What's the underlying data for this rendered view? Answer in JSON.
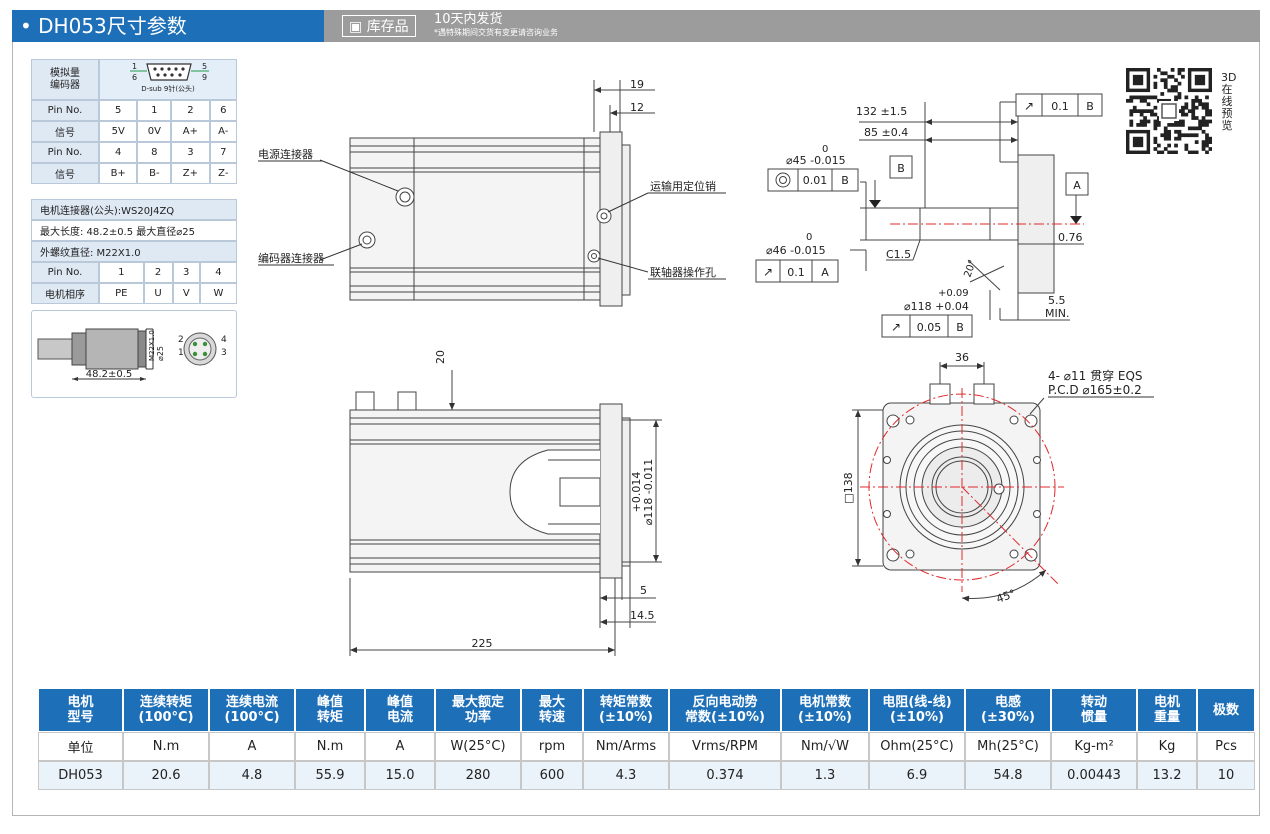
{
  "header": {
    "title": "• DH053尺寸参数",
    "stock_label": "库存品",
    "ship_main": "10天内发货",
    "ship_note": "*遇特殊期间交货有变更请咨询业务"
  },
  "encoder": {
    "name": "模拟量\n编码器",
    "connector_pins_top": [
      "1",
      "5"
    ],
    "connector_pins_bottom": [
      "6",
      "9"
    ],
    "connector_caption": "D-sub 9针(公头)",
    "rows": [
      {
        "label": "Pin No.",
        "cells": [
          "5",
          "1",
          "2",
          "6"
        ]
      },
      {
        "label": "信号",
        "cells": [
          "5V",
          "0V",
          "A+",
          "A-"
        ]
      },
      {
        "label": "Pin No.",
        "cells": [
          "4",
          "8",
          "3",
          "7"
        ]
      },
      {
        "label": "信号",
        "cells": [
          "B+",
          "B-",
          "Z+",
          "Z-"
        ]
      }
    ]
  },
  "motor_connector": {
    "model": "电机连接器(公头):WS20J4ZQ",
    "dims": "最大长度: 48.2±0.5   最大直径⌀25",
    "thread": "外螺纹直径: M22X1.0",
    "rows": [
      {
        "label": "Pin No.",
        "cells": [
          "1",
          "2",
          "3",
          "4"
        ]
      },
      {
        "label": "电机相序",
        "cells": [
          "PE",
          "U",
          "V",
          "W"
        ]
      }
    ],
    "cable_length": "48.2±0.5",
    "cable_thread": "M22X1.0",
    "cable_dia": "⌀25",
    "pin_labels": [
      "2",
      "4",
      "1",
      "3"
    ]
  },
  "side_view": {
    "callouts": [
      "电源连接器",
      "编码器连接器",
      "运输用定位销",
      "联轴器操作孔"
    ],
    "dim_top1": "19",
    "dim_top2": "12",
    "dim_20": "20",
    "tol_plus": "+0.014",
    "tol_dia": "⌀118 -0.011",
    "dim_5": "5",
    "dim_145": "14.5",
    "dim_225": "225"
  },
  "detail_view": {
    "dim_132": "132 ±1.5",
    "dim_85": "85 ±0.4",
    "d45_zero": "0",
    "d45": "⌀45 -0.015",
    "concentricity_value": "0.01",
    "concentricity_ref": "B",
    "datum_B": "B",
    "datum_A": "A",
    "d46_zero": "0",
    "d46": "⌀46 -0.015",
    "runout1_value": "0.1",
    "runout1_ref": "A",
    "runout_top_value": "0.1",
    "runout_top_ref": "B",
    "c15": "C1.5",
    "dim_076": "0.76",
    "angle": "20°",
    "d118_plus": "+0.09",
    "d118": "⌀118 +0.04",
    "runout2_value": "0.05",
    "runout2_ref": "B",
    "min_dim": "5.5",
    "min_label": "MIN."
  },
  "front_view": {
    "dim_36": "36",
    "hole_spec": "4- ⌀11 贯穿 EQS",
    "pcd": "P.C.D  ⌀165±0.2",
    "square": "□138",
    "angle45": "45°"
  },
  "qr": {
    "side_text": "3D在线预览"
  },
  "spec_table": {
    "headers": [
      "电机\n型号",
      "连续转矩\n(100°C)",
      "连续电流\n(100°C)",
      "峰值\n转矩",
      "峰值\n电流",
      "最大额定\n功率",
      "最大\n转速",
      "转矩常数\n(±10%)",
      "反向电动势\n常数(±10%)",
      "电机常数\n(±10%)",
      "电阻(线-线)\n(±10%)",
      "电感\n(±30%)",
      "转动\n惯量",
      "电机\n重量",
      "极数"
    ],
    "units": [
      "单位",
      "N.m",
      "A",
      "N.m",
      "A",
      "W(25°C)",
      "rpm",
      "Nm/Arms",
      "Vrms/RPM",
      "Nm/√W",
      "Ohm(25°C)",
      "Mh(25°C)",
      "Kg-m²",
      "Kg",
      "Pcs"
    ],
    "values": [
      "DH053",
      "20.6",
      "4.8",
      "55.9",
      "15.0",
      "280",
      "600",
      "4.3",
      "0.374",
      "1.3",
      "6.9",
      "54.8",
      "0.00443",
      "13.2",
      "10"
    ]
  },
  "colors": {
    "brand_blue": "#1d6fb8",
    "header_gray": "#9c9c9c",
    "center_red": "#e0282b"
  }
}
